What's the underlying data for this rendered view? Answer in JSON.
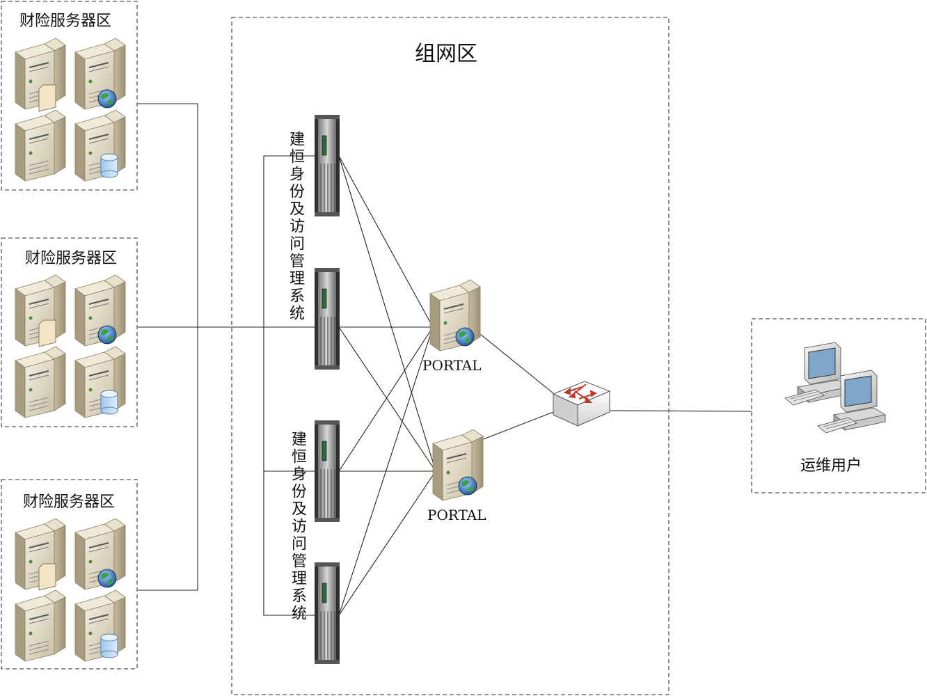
{
  "network_zone": {
    "title": "组网区"
  },
  "server_zones": [
    {
      "title": "财险服务器区"
    },
    {
      "title": "财险服务器区"
    },
    {
      "title": "财险服务器区"
    }
  ],
  "access_systems": [
    {
      "label": "建恒身份及访问管理系统"
    },
    {
      "label": "建恒身份及访问管理系统"
    }
  ],
  "portals": [
    {
      "label": "PORTAL"
    },
    {
      "label": "PORTAL"
    }
  ],
  "user_zone": {
    "label": "运维用户"
  },
  "icons": {
    "server": "server-tower-icon",
    "rack": "rack-appliance-icon",
    "portal": "web-server-icon",
    "switch": "network-switch-icon",
    "users": "workstation-icon"
  },
  "colors": {
    "server_body": "#d8cfb8",
    "server_side": "#b5aa90",
    "switch_arrow": "#c0392b",
    "globe": "#2e7d32",
    "line": "#222222",
    "dash": "#555555"
  }
}
